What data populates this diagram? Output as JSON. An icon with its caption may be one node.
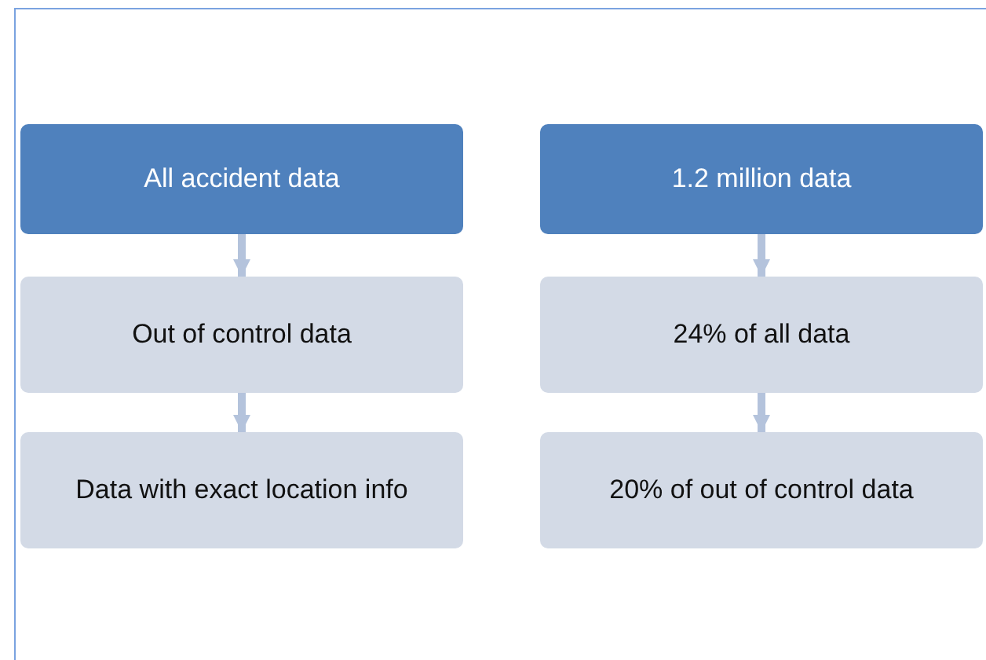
{
  "diagram": {
    "nodes": [
      {
        "text": [
          "All accident data"
        ]
      },
      {
        "text": [
          "Out of control data"
        ]
      },
      {
        "text": [
          "Data with exact location info"
        ]
      },
      {
        "text": [
          "1.2 million data"
        ]
      },
      {
        "text": [
          "24% of all data"
        ]
      },
      {
        "text": [
          "20% of out of control data"
        ]
      }
    ],
    "edges": [
      {
        "from": 0,
        "to": 1,
        "arrow": "to"
      },
      {
        "from": 1,
        "to": 2,
        "arrow": "to"
      },
      {
        "from": 3,
        "to": 4,
        "arrow": "to"
      },
      {
        "from": 4,
        "to": 5,
        "arrow": "to"
      }
    ]
  }
}
